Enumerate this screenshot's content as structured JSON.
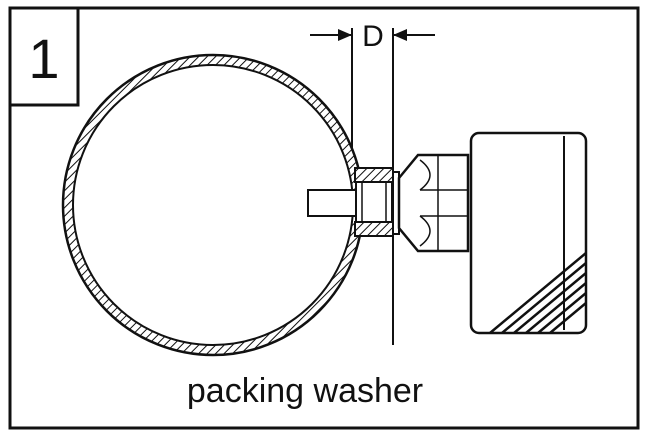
{
  "figure": {
    "step_number": "1",
    "dimension_label": "D",
    "caption": "packing washer"
  },
  "colors": {
    "ink": "#111111",
    "background": "#ffffff"
  }
}
